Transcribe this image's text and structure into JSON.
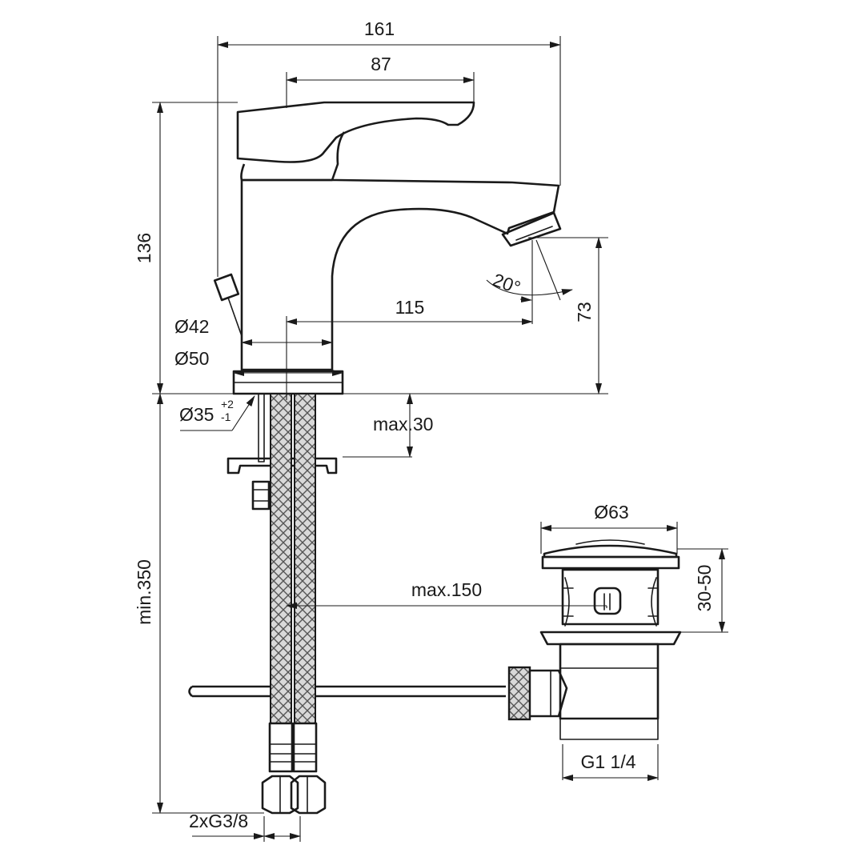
{
  "dimensions": {
    "overall_width": "161",
    "lever_length": "87",
    "overall_height": "136",
    "spout_reach": "115",
    "spout_height": "73",
    "aerator_angle": "20°",
    "body_diameter": "Ø42",
    "base_diameter": "Ø50",
    "hole_diameter": "Ø35",
    "hole_tolerance_plus": "+2",
    "hole_tolerance_minus": "-1",
    "deck_thickness": "max.30",
    "hose_length": "min.350",
    "rod_distance": "max.150",
    "waste_diameter": "Ø63",
    "waste_range": "30-50",
    "waste_thread": "G1 1/4",
    "hose_thread": "2xG3/8"
  }
}
